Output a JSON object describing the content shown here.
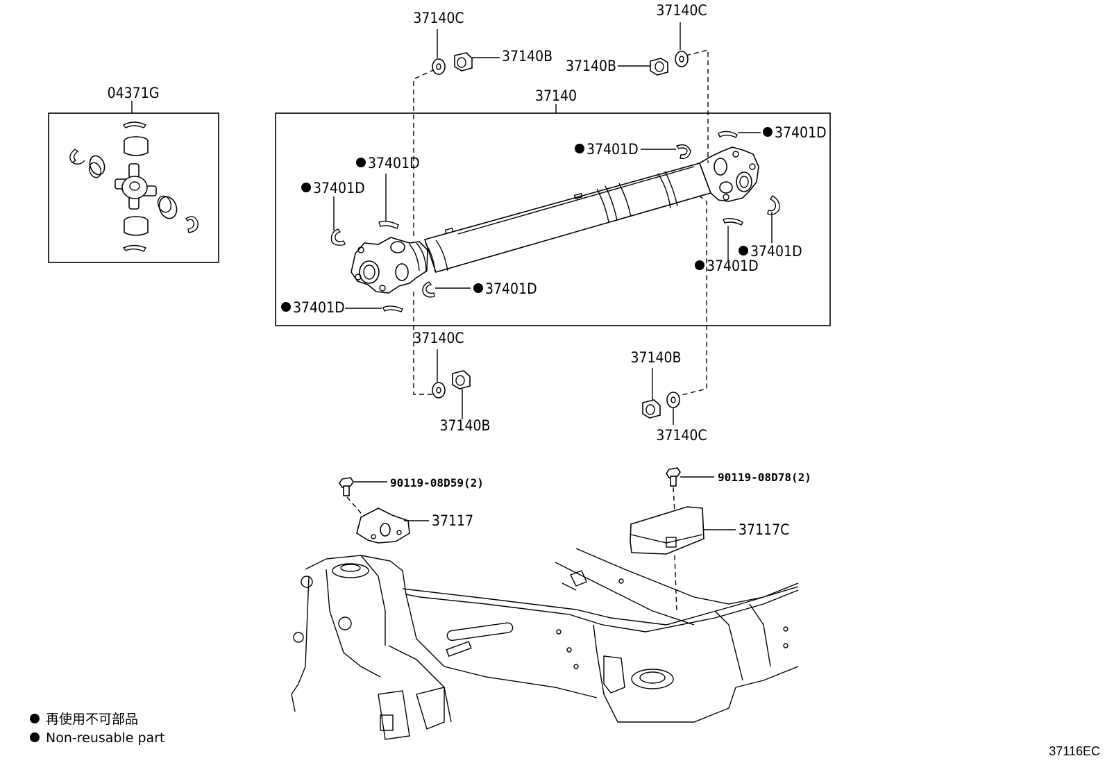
{
  "labels": {
    "kit": "04371G",
    "shaft": "37140",
    "snap_ring": "37401D",
    "washer": "37140C",
    "nut": "37140B",
    "bolt_front": "90119-08D59(2)",
    "bolt_rear": "90119-08D78(2)",
    "bracket_front": "37117",
    "bracket_rear": "37117C"
  },
  "legend": {
    "line1": "再使用不可部品",
    "line2": "Non-reusable part"
  },
  "figure_code": "37116EC"
}
